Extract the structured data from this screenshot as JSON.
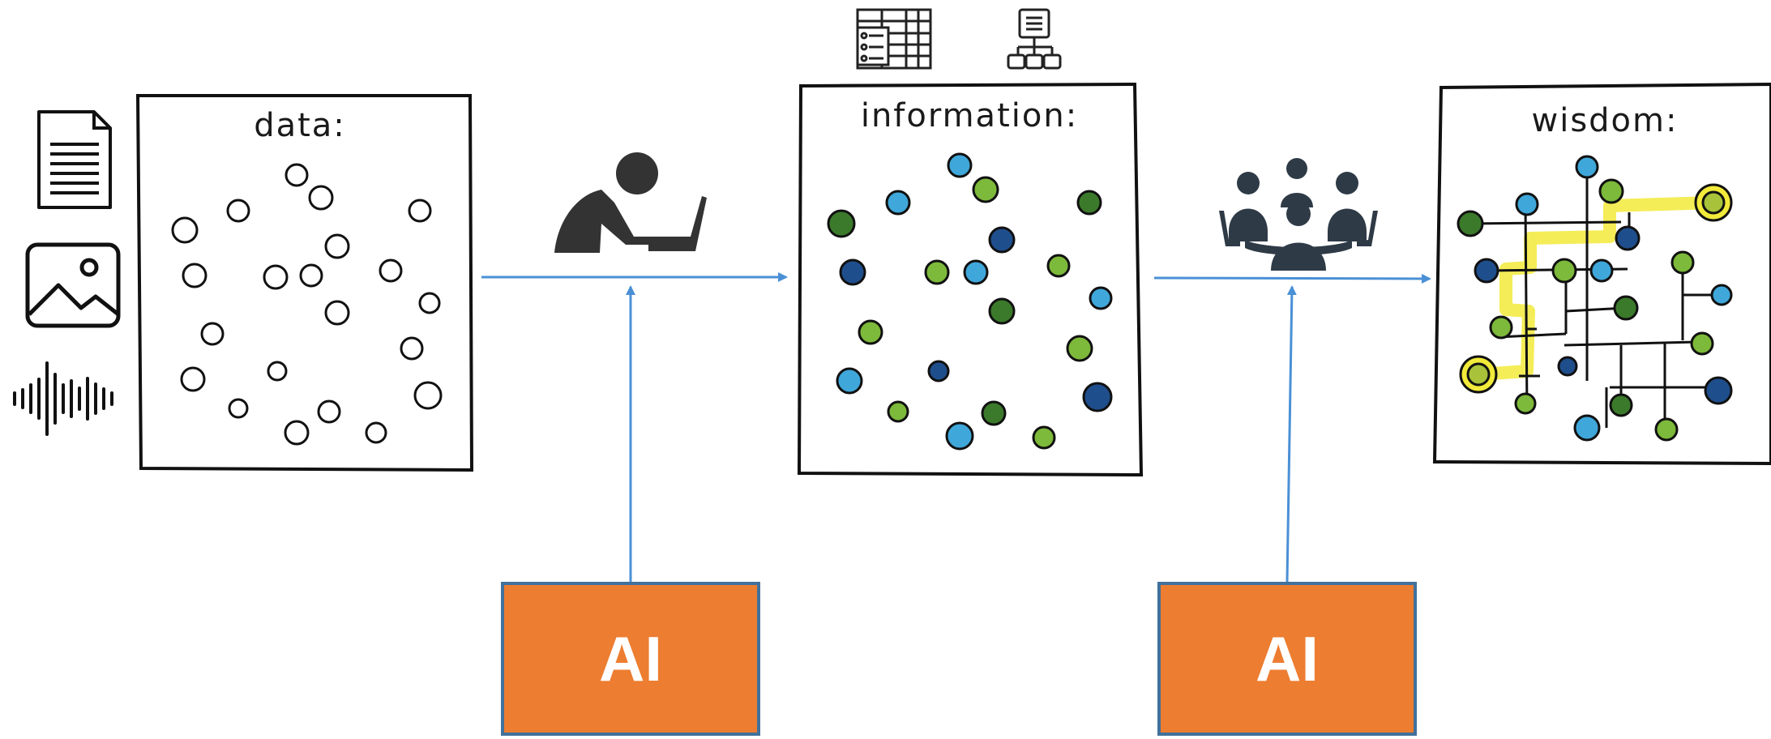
{
  "panels": {
    "data": {
      "title": "data:"
    },
    "information": {
      "title": "information:"
    },
    "wisdom": {
      "title": "wisdom:"
    }
  },
  "ai_boxes": [
    {
      "label": "AI"
    },
    {
      "label": "AI"
    }
  ],
  "icons": {
    "inputs": [
      "document-icon",
      "image-icon",
      "audio-waveform-icon"
    ],
    "structure": [
      "table-icon",
      "hierarchy-icon"
    ],
    "person_at_laptop": "person-at-laptop-icon",
    "meeting": "team-meeting-icon"
  },
  "colors": {
    "arrow": "#4A90D6",
    "ai_fill": "#ED7D31",
    "ai_border": "#41719C",
    "dot_light_blue": "#3FA7DA",
    "dot_green": "#7DB93A",
    "dot_dark_green": "#3B7A2A",
    "dot_navy": "#1F4E8C",
    "highlight": "#F2EA3A"
  }
}
